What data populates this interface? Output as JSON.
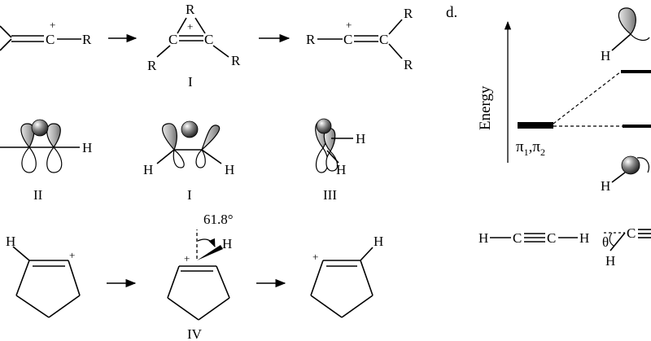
{
  "panel_d": {
    "label": "d.",
    "axis_label": "Energy",
    "level_label_main": "π",
    "level_label_sub1": "1",
    "level_label_sep": ",π",
    "level_label_sub2": "2"
  },
  "atoms": {
    "R": "R",
    "C": "C",
    "H": "H",
    "plus": "+",
    "theta": "θ"
  },
  "labels": {
    "I": "I",
    "II": "II",
    "III": "III",
    "IV": "IV",
    "angle": "61.8°"
  }
}
